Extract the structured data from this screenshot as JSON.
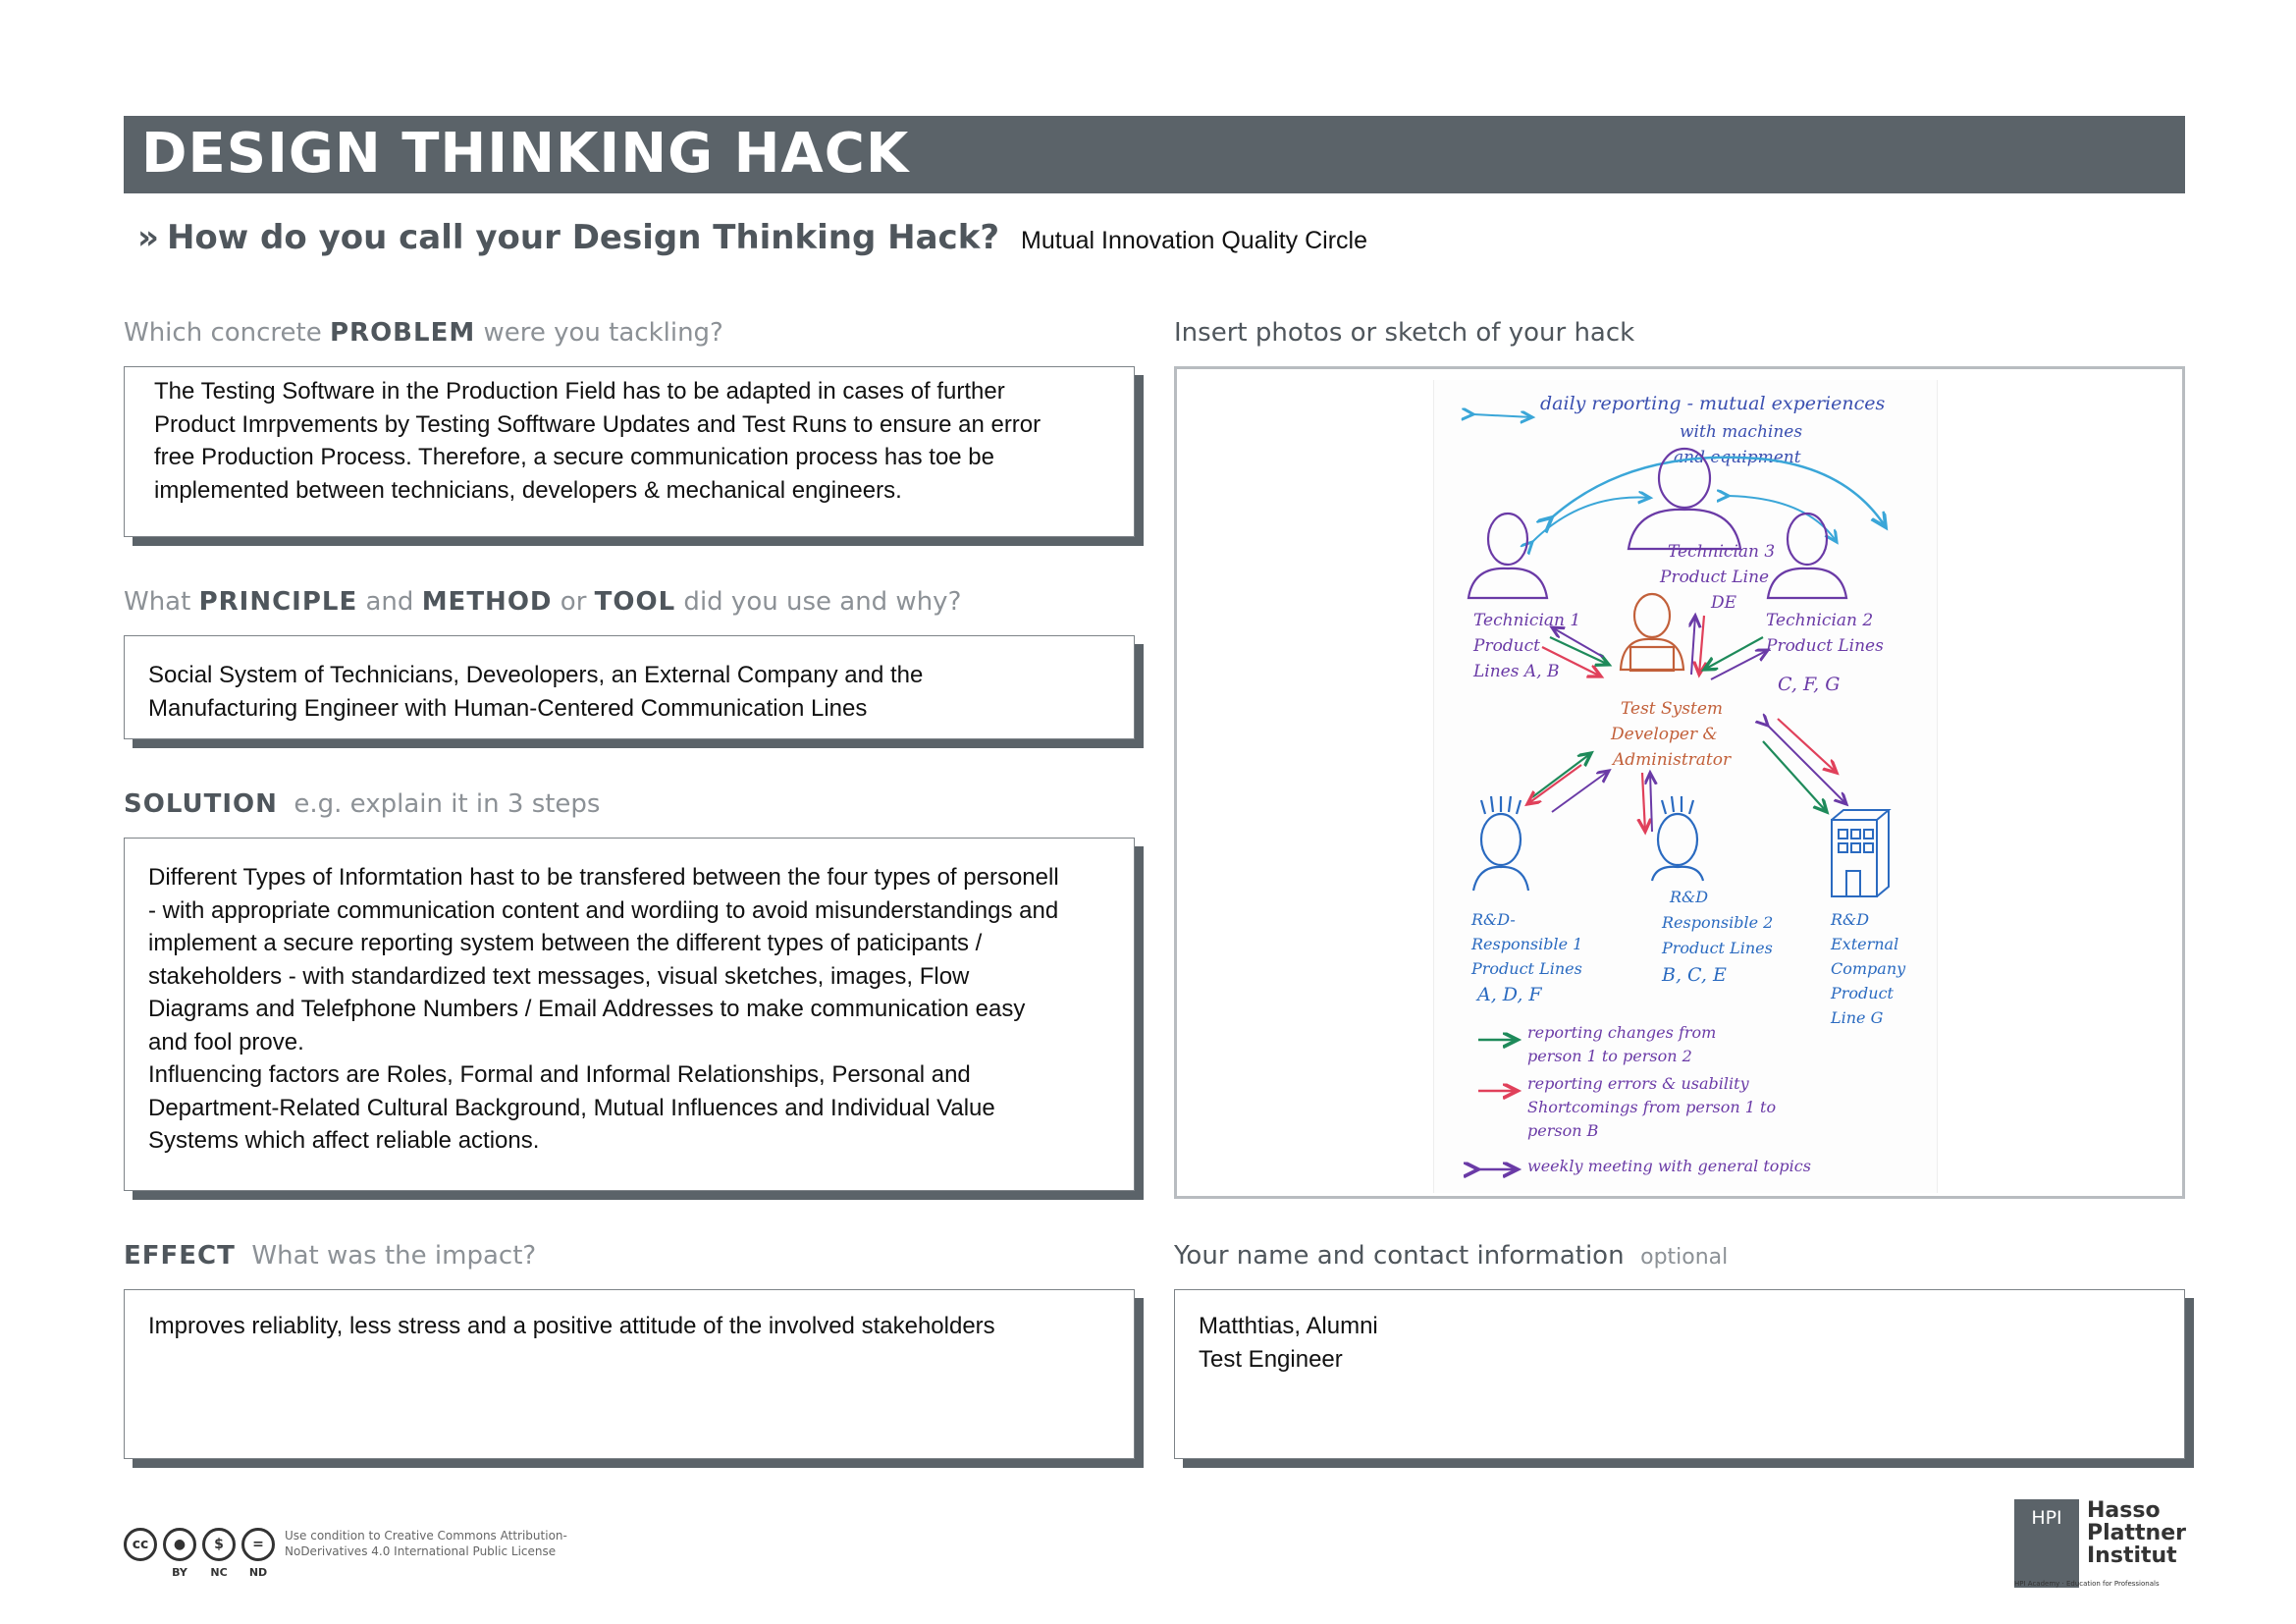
{
  "header": {
    "title": "DESIGN THINKING HACK",
    "hack_question": "How do you call your Design Thinking Hack?",
    "hack_name": "Mutual Innovation Quality Circle"
  },
  "problem": {
    "label_pre": "Which concrete ",
    "label_bold": "PROBLEM",
    "label_post": " were you tackling?",
    "text": "The Testing Software in the Production Field has to be adapted in cases of further\nProduct Imrpvements by Testing Sofftware Updates and Test Runs to ensure an error\nfree Production Process. Therefore, a secure communication process has toe be\nimplemented between technicians, developers & mechanical engineers."
  },
  "principle": {
    "label_pre": "What ",
    "label_b1": "PRINCIPLE",
    "label_mid1": " and ",
    "label_b2": "METHOD",
    "label_mid2": " or ",
    "label_b3": "TOOL",
    "label_post": " did you use and why?",
    "text": "Social System of Technicians, Deveolopers, an External Company and the\nManufacturing Engineer with Human-Centered Communication Lines"
  },
  "solution": {
    "label_bold": "SOLUTION",
    "label_post": "e.g. explain it in 3 steps",
    "text": "Different Types of Informtation hast to be transfered between the four types of personell\n- with appropriate communication content and wordiing to avoid misunderstandings and\nimplement a secure reporting system between the different types of paticipants /\nstakeholders - with standardized text messages, visual sketches, images, Flow\nDiagrams and Telefphone Numbers / Email Addresses to make communication easy\nand fool prove.\nInfluencing factors are Roles, Formal and Informal Relationships, Personal and\nDepartment-Related Cultural Background, Mutual Influences and Individual Value\nSystems which affect reliable actions."
  },
  "effect": {
    "label_bold": "EFFECT",
    "label_post": "What was the impact?",
    "text": "Improves reliablity, less stress and a positive attitude of the involved stakeholders"
  },
  "photos": {
    "label": "Insert photos or sketch of your hack",
    "sketch": {
      "top_note": [
        "daily reporting - mutual experiences",
        "with machines",
        "and equipment"
      ],
      "tech3": [
        "Technician 3",
        "Product Line",
        "DE"
      ],
      "tech1": [
        "Technician 1",
        "Product",
        "Lines A, B"
      ],
      "tech2": [
        "Technician 2",
        "Product Lines",
        "C, F, G"
      ],
      "center": [
        "Test System",
        "Developer &",
        "Administrator"
      ],
      "rd1": [
        "R&D-",
        "Responsible 1",
        "Product Lines",
        "A, D, F"
      ],
      "rd2": [
        "R&D",
        "Responsible 2",
        "Product Lines",
        "B, C, E"
      ],
      "rd3": [
        "R&D",
        "External",
        "Company",
        "Product",
        "Line G"
      ],
      "legend1": [
        "reporting changes from",
        "person 1 to person 2"
      ],
      "legend2": [
        "reporting errors & usability",
        "Shortcomings from person 1 to",
        "person B"
      ],
      "legend3": "weekly meeting with general topics"
    }
  },
  "contact": {
    "label": "Your name and contact information",
    "label_opt": "optional",
    "line1": "Matthtias, Alumni",
    "line2": "Test Engineer"
  },
  "footer": {
    "license": "Use condition to Creative Commons Attribution-NoDerivatives 4.0 International Public License",
    "cc_caps": [
      "BY",
      "NC",
      "ND"
    ],
    "hpi_box": "HPI",
    "hpi_name": [
      "Hasso",
      "Plattner",
      "Institut"
    ],
    "hpi_sub": "HPI Academy · Education for Professionals"
  }
}
